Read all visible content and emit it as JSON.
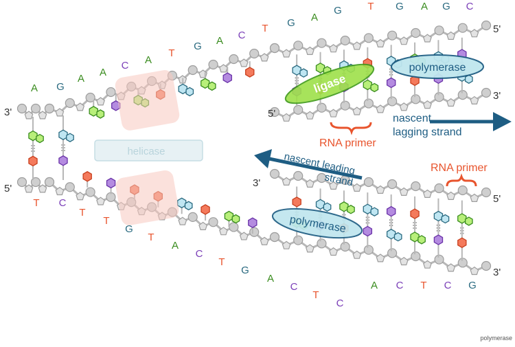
{
  "labels": {
    "primes": {
      "top_left_3": "3'",
      "top_right_5": "5'",
      "top_right_3": "3'",
      "inner_top_5": "5'",
      "bottom_left_5": "5'",
      "inner_bottom_3": "3'",
      "bottom_right_5": "5'",
      "bottom_right_3": "3'"
    },
    "enzymes": {
      "helicase": "helicase",
      "ligase": "ligase",
      "polymerase_top": "polymerase",
      "polymerase_bottom": "polymerase"
    },
    "annotations": {
      "rna_primer_top": "RNA primer",
      "rna_primer_bottom": "RNA primer",
      "lagging_line1": "nascent",
      "lagging_line2": "lagging strand",
      "leading_line1": "nascent leading",
      "leading_line2": "strand"
    },
    "caption": "polymerase"
  },
  "sequences": {
    "top_strand": [
      "A",
      "G",
      "A",
      "A",
      "C",
      "A",
      "T",
      "G",
      "A",
      "C",
      "T",
      "G",
      "A",
      "G",
      "T",
      "G",
      "A",
      "G",
      "C"
    ],
    "bottom_left": [
      "T",
      "C",
      "T",
      "T",
      "G",
      "T",
      "A",
      "C",
      "T",
      "G",
      "A",
      "C",
      "T",
      "C"
    ],
    "bottom_right": [
      "A",
      "C",
      "T",
      "C",
      "G"
    ]
  },
  "colors": {
    "A": "#3a8c1f",
    "G": "#2a6a80",
    "C": "#7b3fb8",
    "T": "#e8542d",
    "backbone": "#b7b7b7",
    "sugar": "#9d9d9d",
    "enzyme_blue": "#bfe6ee",
    "enzyme_blue_text": "#1e5d83",
    "ligase_green": "#9ee04a",
    "ligase_text": "#ffffff",
    "helicase_fill": "#e7f1f4",
    "helicase_text": "#b9d4dc",
    "primer_orange": "#e8542d",
    "arrow_blue": "#1e5d83"
  }
}
